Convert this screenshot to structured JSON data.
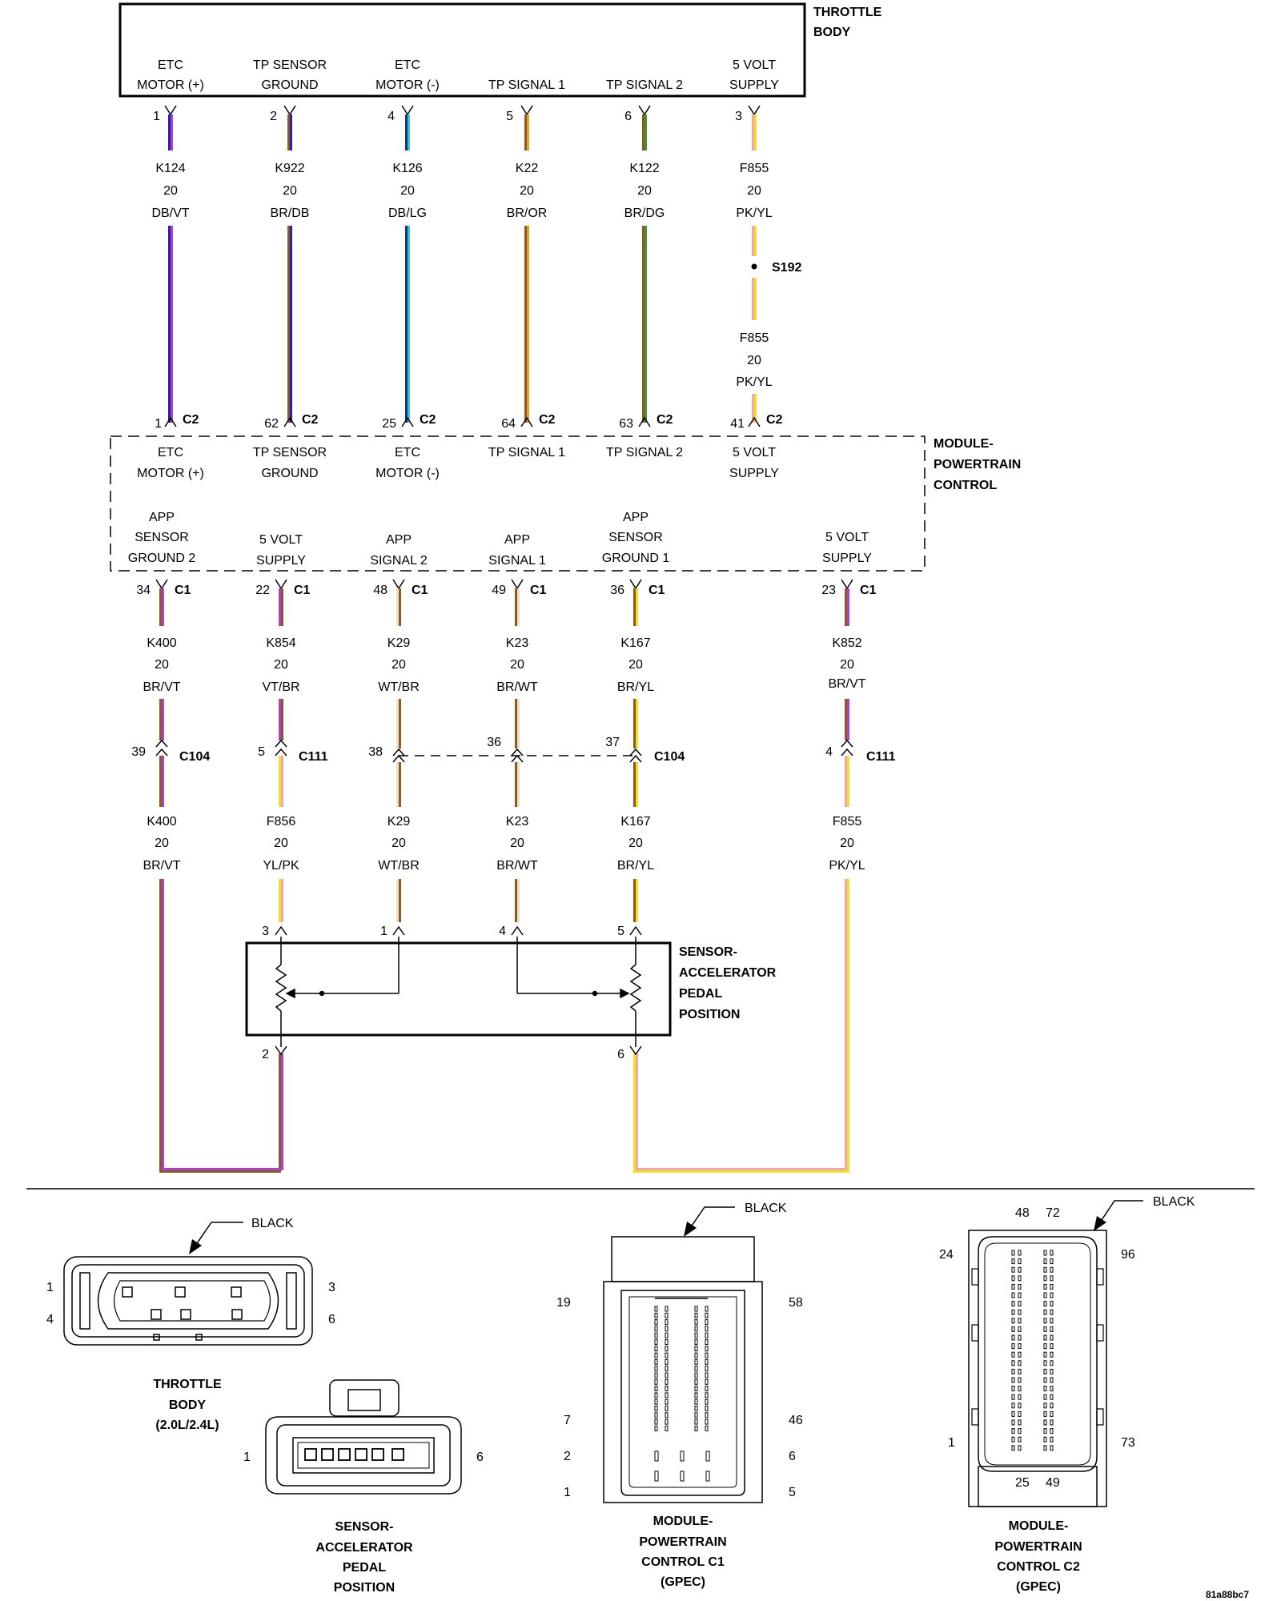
{
  "colors": {
    "DB": "#2b1ea8",
    "VT": "#b13dd6",
    "BR": "#8a5a1e",
    "LG": "#24d6a8",
    "OR": "#f0a020",
    "DG": "#3a9a2a",
    "PK": "#f6a6a6",
    "YL": "#f2e024",
    "WT": "#e8e0cc"
  },
  "throttle_body": {
    "title_line1": "THROTTLE",
    "title_line2": "BODY",
    "pins": [
      {
        "line1": "ETC",
        "line2": "MOTOR (+)",
        "pin": "1"
      },
      {
        "line1": "TP SENSOR",
        "line2": "GROUND",
        "pin": "2"
      },
      {
        "line1": "ETC",
        "line2": "MOTOR (-)",
        "pin": "4"
      },
      {
        "line1": "",
        "line2": "TP SIGNAL 1",
        "pin": "5"
      },
      {
        "line1": "",
        "line2": "TP SIGNAL 2",
        "pin": "6"
      },
      {
        "line1": "5 VOLT",
        "line2": "SUPPLY",
        "pin": "3"
      }
    ]
  },
  "upper_wires": [
    {
      "circuit": "K124",
      "gauge": "20",
      "color": "DB/VT"
    },
    {
      "circuit": "K922",
      "gauge": "20",
      "color": "BR/DB"
    },
    {
      "circuit": "K126",
      "gauge": "20",
      "color": "DB/LG"
    },
    {
      "circuit": "K22",
      "gauge": "20",
      "color": "BR/OR"
    },
    {
      "circuit": "K122",
      "gauge": "20",
      "color": "BR/DG"
    },
    {
      "circuit": "F855",
      "gauge": "20",
      "color": "PK/YL"
    }
  ],
  "splice": {
    "name": "S192",
    "after": {
      "circuit": "F855",
      "gauge": "20",
      "color": "PK/YL"
    }
  },
  "pcm": {
    "title_line1": "MODULE-",
    "title_line2": "POWERTRAIN",
    "title_line3": "CONTROL",
    "c2_pins": [
      {
        "pin": "1",
        "conn": "C2",
        "line1": "ETC",
        "line2": "MOTOR (+)"
      },
      {
        "pin": "62",
        "conn": "C2",
        "line1": "TP SENSOR",
        "line2": "GROUND"
      },
      {
        "pin": "25",
        "conn": "C2",
        "line1": "ETC",
        "line2": "MOTOR (-)"
      },
      {
        "pin": "64",
        "conn": "C2",
        "line1": "TP SIGNAL 1",
        "line2": ""
      },
      {
        "pin": "63",
        "conn": "C2",
        "line1": "TP SIGNAL 2",
        "line2": ""
      },
      {
        "pin": "41",
        "conn": "C2",
        "line1": "5 VOLT",
        "line2": "SUPPLY"
      }
    ],
    "c1_pins": [
      {
        "pin": "34",
        "conn": "C1",
        "line1": "APP",
        "line2": "SENSOR",
        "line3": "GROUND 2"
      },
      {
        "pin": "22",
        "conn": "C1",
        "line1": "",
        "line2": "5 VOLT",
        "line3": "SUPPLY"
      },
      {
        "pin": "48",
        "conn": "C1",
        "line1": "",
        "line2": "APP",
        "line3": "SIGNAL 2"
      },
      {
        "pin": "49",
        "conn": "C1",
        "line1": "",
        "line2": "APP",
        "line3": "SIGNAL 1"
      },
      {
        "pin": "36",
        "conn": "C1",
        "line1": "APP",
        "line2": "SENSOR",
        "line3": "GROUND 1"
      },
      {
        "pin": "23",
        "conn": "C1",
        "line1": "",
        "line2": "5 VOLT",
        "line3": "SUPPLY"
      }
    ]
  },
  "mid_wires": [
    {
      "circuit": "K400",
      "gauge": "20",
      "color": "BR/VT"
    },
    {
      "circuit": "K854",
      "gauge": "20",
      "color": "VT/BR"
    },
    {
      "circuit": "K29",
      "gauge": "20",
      "color": "WT/BR"
    },
    {
      "circuit": "K23",
      "gauge": "20",
      "color": "BR/WT"
    },
    {
      "circuit": "K167",
      "gauge": "20",
      "color": "BR/YL"
    },
    {
      "circuit": "K852",
      "gauge": "20",
      "color": "BR/VT"
    }
  ],
  "inline": [
    {
      "pin": "39",
      "conn": "C104"
    },
    {
      "pin": "5",
      "conn": "C111"
    },
    {
      "pin": "38",
      "conn": ""
    },
    {
      "pin": "36",
      "conn": ""
    },
    {
      "pin": "37",
      "conn": "C104"
    },
    {
      "pin": "4",
      "conn": "C111"
    }
  ],
  "lower_wires": [
    {
      "circuit": "K400",
      "gauge": "20",
      "color": "BR/VT"
    },
    {
      "circuit": "F856",
      "gauge": "20",
      "color": "YL/PK"
    },
    {
      "circuit": "K29",
      "gauge": "20",
      "color": "WT/BR"
    },
    {
      "circuit": "K23",
      "gauge": "20",
      "color": "BR/WT"
    },
    {
      "circuit": "K167",
      "gauge": "20",
      "color": "BR/YL"
    },
    {
      "circuit": "F855",
      "gauge": "20",
      "color": "PK/YL"
    }
  ],
  "app_sensor": {
    "title_line1": "SENSOR-",
    "title_line2": "ACCELERATOR",
    "title_line3": "PEDAL",
    "title_line4": "POSITION",
    "top_pins": [
      "3",
      "1",
      "4",
      "5"
    ],
    "bottom_pins": [
      "2",
      "6"
    ]
  },
  "connectors": {
    "throttle": {
      "color": "BLACK",
      "p1": "1",
      "p3": "3",
      "p4": "4",
      "p6": "6",
      "name1": "THROTTLE",
      "name2": "BODY",
      "name3": "(2.0L/2.4L)"
    },
    "app": {
      "p1": "1",
      "p6": "6",
      "name1": "SENSOR-",
      "name2": "ACCELERATOR",
      "name3": "PEDAL",
      "name4": "POSITION"
    },
    "c1": {
      "color": "BLACK",
      "p19": "19",
      "p58": "58",
      "p7": "7",
      "p46": "46",
      "p2": "2",
      "p6": "6",
      "p1": "1",
      "p5": "5",
      "name1": "MODULE-",
      "name2": "POWERTRAIN",
      "name3": "CONTROL C1",
      "name4": "(GPEC)"
    },
    "c2": {
      "color": "BLACK",
      "p48": "48",
      "p72": "72",
      "p24": "24",
      "p96": "96",
      "p1": "1",
      "p73": "73",
      "p25": "25",
      "p49": "49",
      "name1": "MODULE-",
      "name2": "POWERTRAIN",
      "name3": "CONTROL C2",
      "name4": "(GPEC)"
    }
  },
  "figure_id": "81a88bc7"
}
